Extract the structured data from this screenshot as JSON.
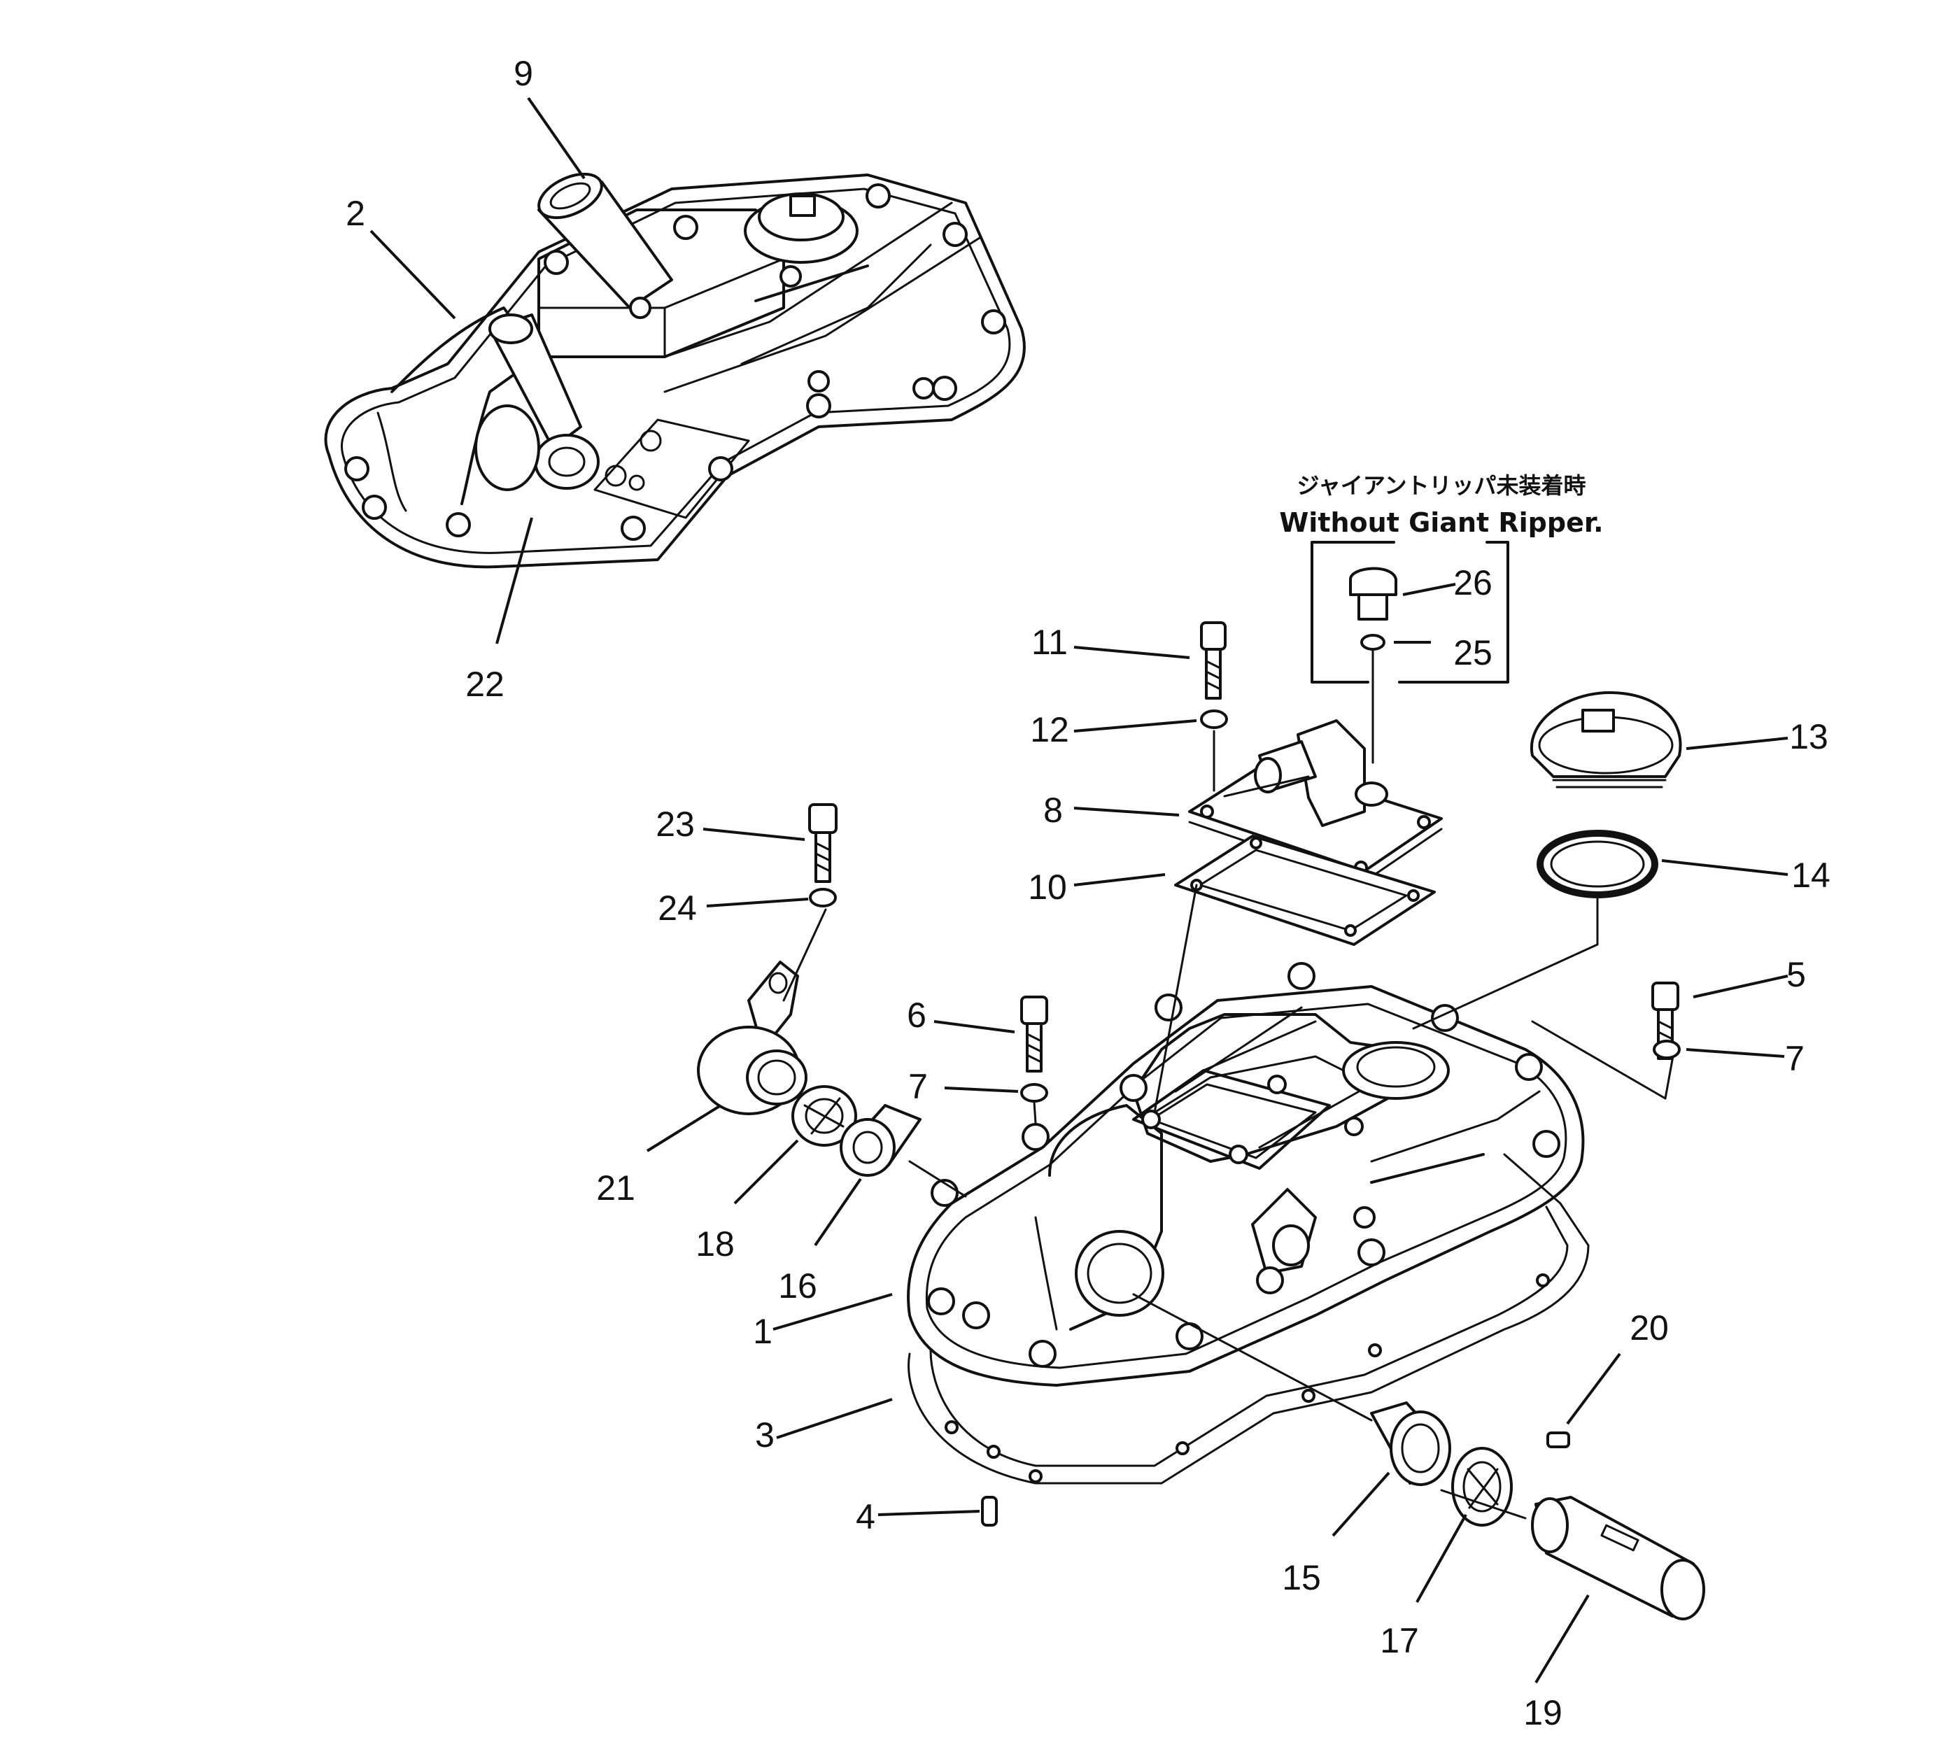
{
  "caption": {
    "jp": "ジャイアントリッパ未装着時",
    "en": "Without Giant Ripper."
  },
  "callouts": {
    "c1": "1",
    "c2": "2",
    "c3": "3",
    "c4": "4",
    "c5": "5",
    "c6": "6",
    "c7a": "7",
    "c7b": "7",
    "c8": "8",
    "c9": "9",
    "c10": "10",
    "c11": "11",
    "c12": "12",
    "c13": "13",
    "c14": "14",
    "c15": "15",
    "c16": "16",
    "c17": "17",
    "c18": "18",
    "c19": "19",
    "c20": "20",
    "c21": "21",
    "c22": "22",
    "c23": "23",
    "c24": "24",
    "c25": "25",
    "c26": "26"
  }
}
